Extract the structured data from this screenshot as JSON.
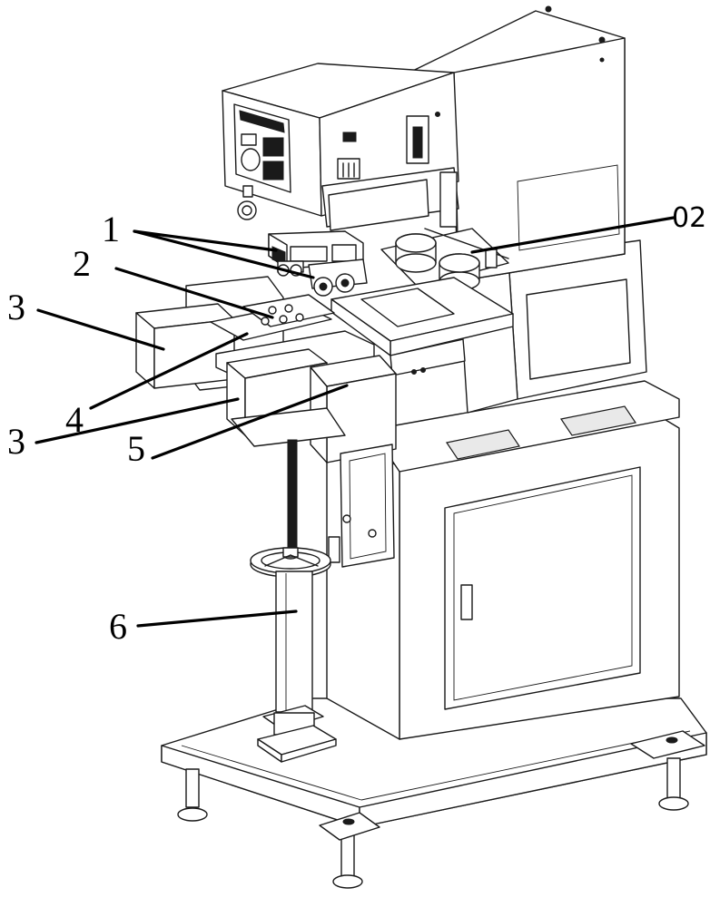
{
  "labels": {
    "part_1": "1",
    "part_02": "02",
    "part_2": "2",
    "part_3_upper": "3",
    "part_3_lower": "3",
    "part_4": "4",
    "part_5": "5",
    "part_6": "6"
  }
}
